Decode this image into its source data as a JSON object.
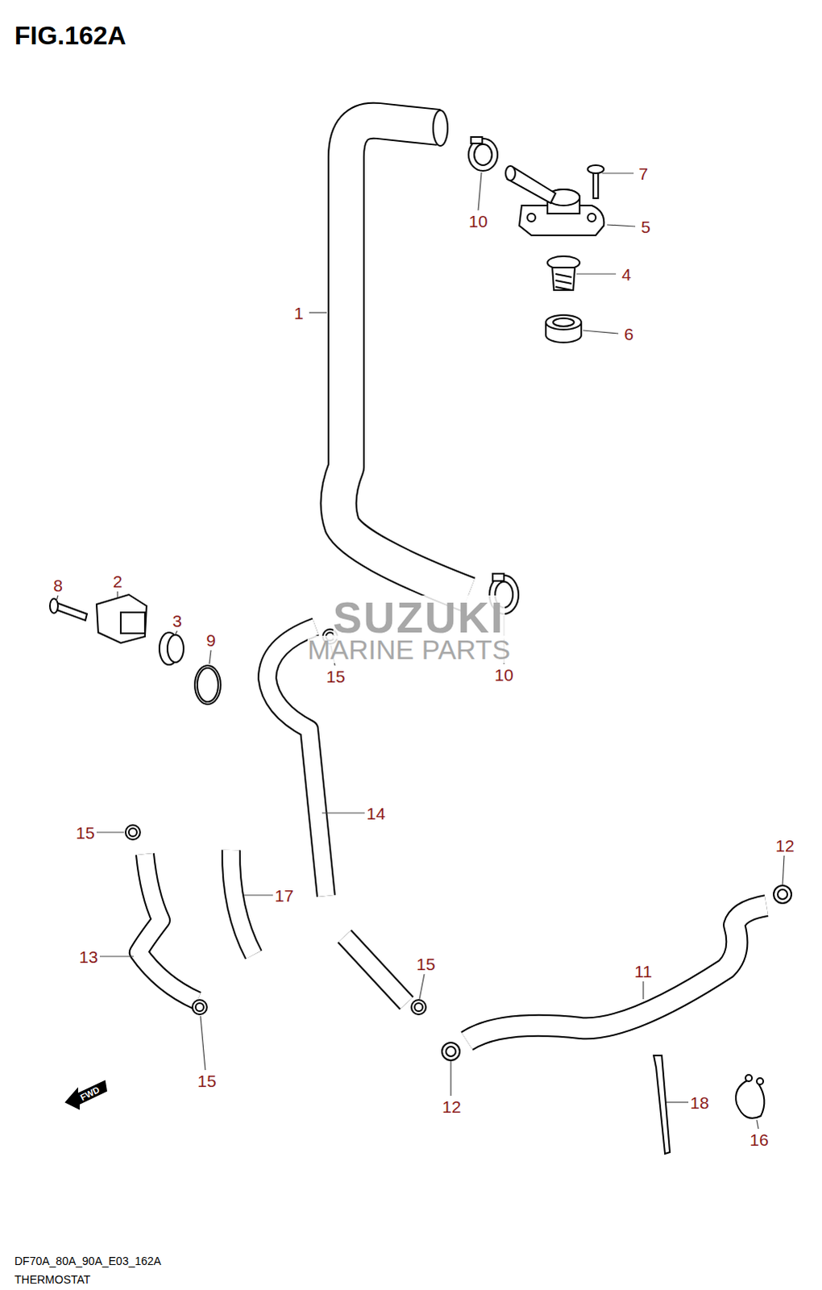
{
  "diagram": {
    "title": "FIG.162A",
    "labels": [
      "1",
      "10",
      "7",
      "5",
      "4",
      "6",
      "8",
      "2",
      "3",
      "9",
      "15",
      "10",
      "14",
      "15",
      "17",
      "12",
      "13",
      "15",
      "11",
      "15",
      "12",
      "18",
      "16",
      "SUZUKI",
      "MARINE PARTS",
      "FWD",
      "DF70A_80A_90A_E03_162A",
      "THERMOSTAT"
    ]
  }
}
